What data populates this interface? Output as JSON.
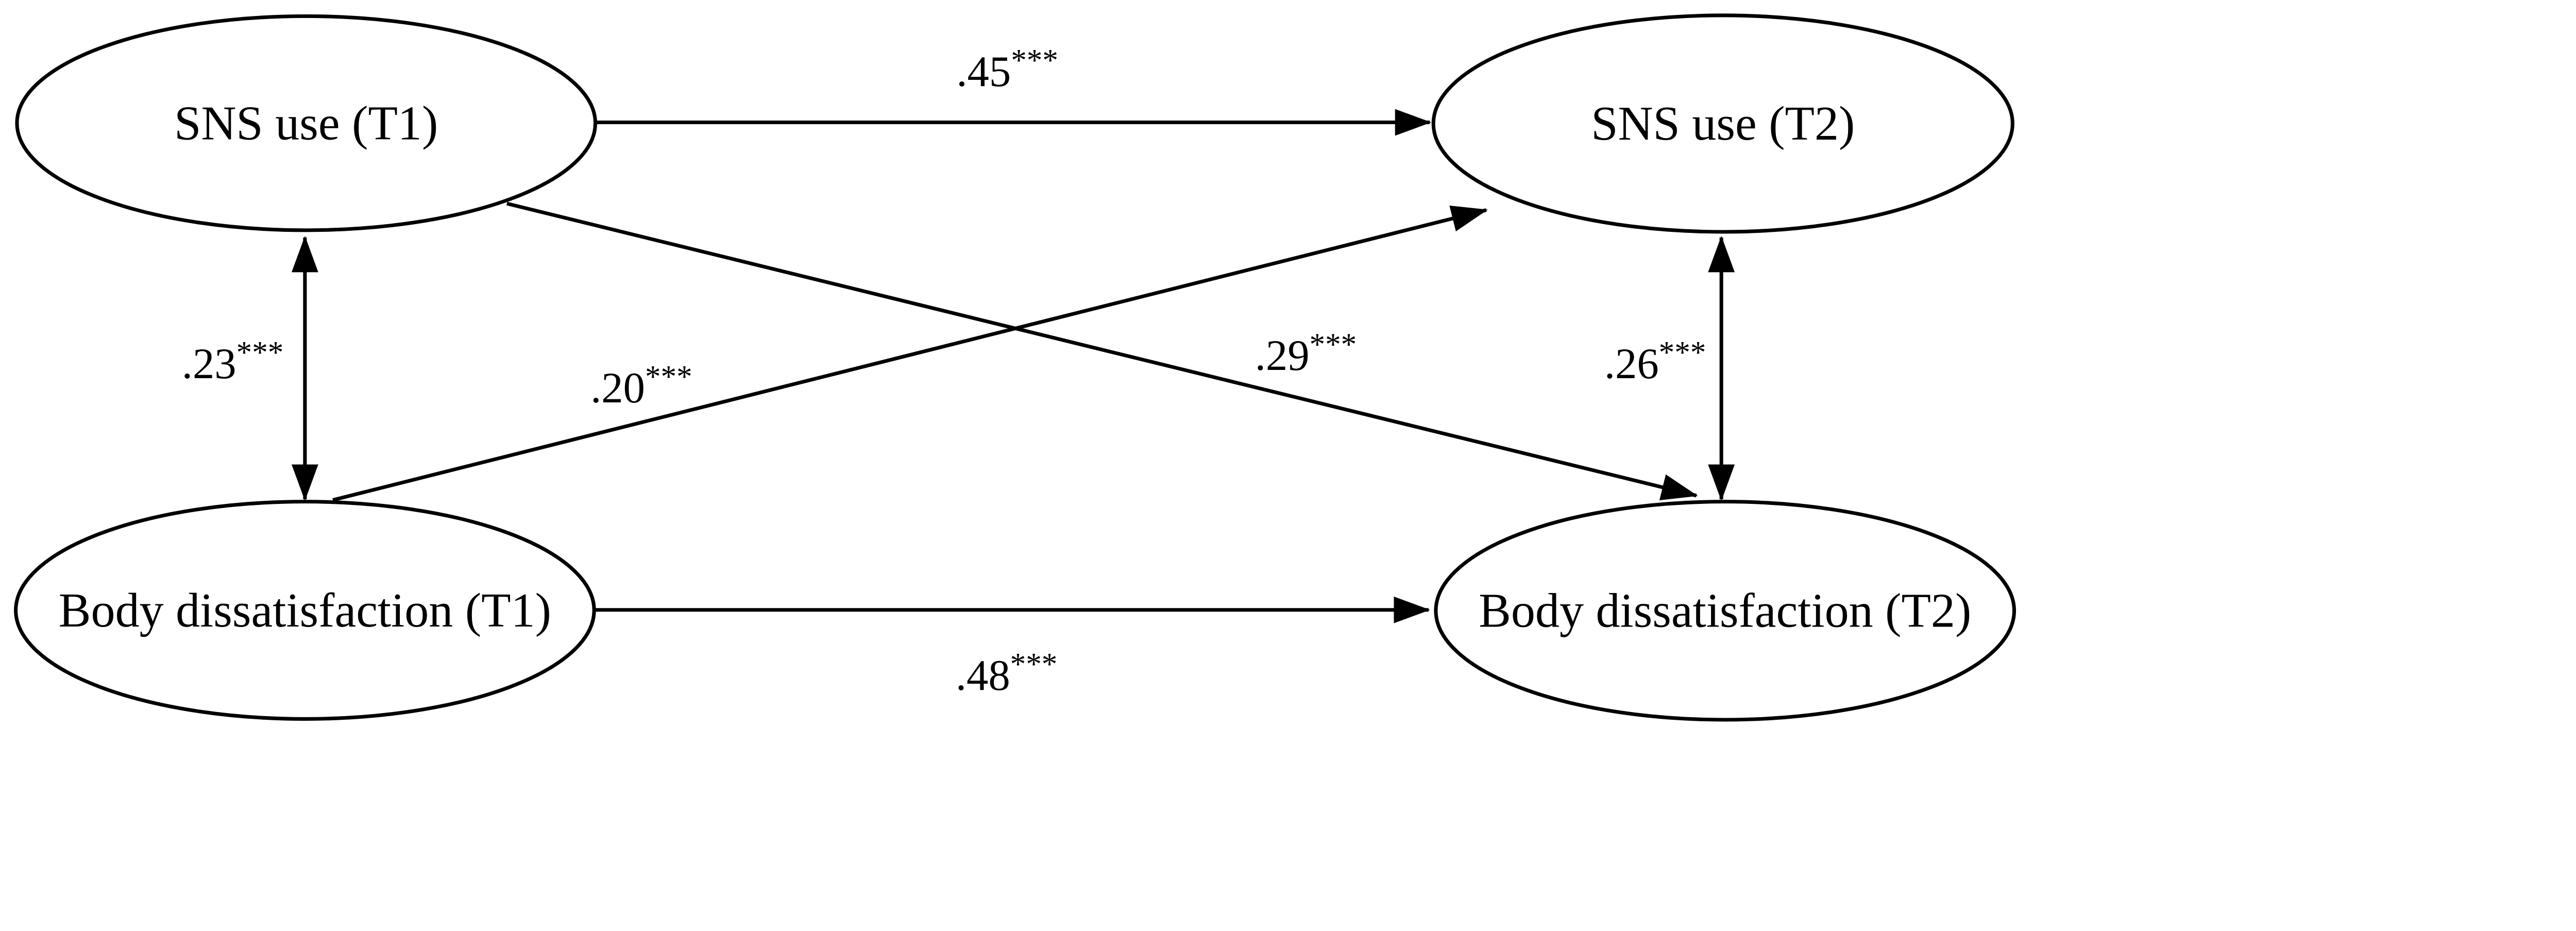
{
  "diagram": {
    "background_color": "#ffffff",
    "line_color": "#000000",
    "text_color": "#000000",
    "nodes": [
      {
        "id": "sns-use-t1",
        "label": "SNS use (T1)"
      },
      {
        "id": "sns-use-t2",
        "label": "SNS use (T2)"
      },
      {
        "id": "body-dissatisfaction-t1",
        "label": "Body dissatisfaction (T1)"
      },
      {
        "id": "body-dissatisfaction-t2",
        "label": "Body dissatisfaction (T2)"
      }
    ],
    "paths": [
      {
        "from": "SNS use (T1)",
        "to": "SNS use (T2)",
        "type": "directed",
        "coef": ".45",
        "stars": "***"
      },
      {
        "from": "Body dissatisfaction (T1)",
        "to": "SNS use (T2)",
        "type": "directed",
        "coef": ".20",
        "stars": "***"
      },
      {
        "from": "SNS use (T1)",
        "to": "Body dissatisfaction (T2)",
        "type": "directed",
        "coef": ".29",
        "stars": "***"
      },
      {
        "from": "Body dissatisfaction (T1)",
        "to": "Body dissatisfaction (T2)",
        "type": "directed",
        "coef": ".48",
        "stars": "***"
      },
      {
        "from": "SNS use (T1)",
        "to": "Body dissatisfaction (T1)",
        "type": "correlation",
        "coef": ".23",
        "stars": "***"
      },
      {
        "from": "SNS use (T2)",
        "to": "Body dissatisfaction (T2)",
        "type": "correlation",
        "coef": ".26",
        "stars": "***"
      }
    ]
  }
}
